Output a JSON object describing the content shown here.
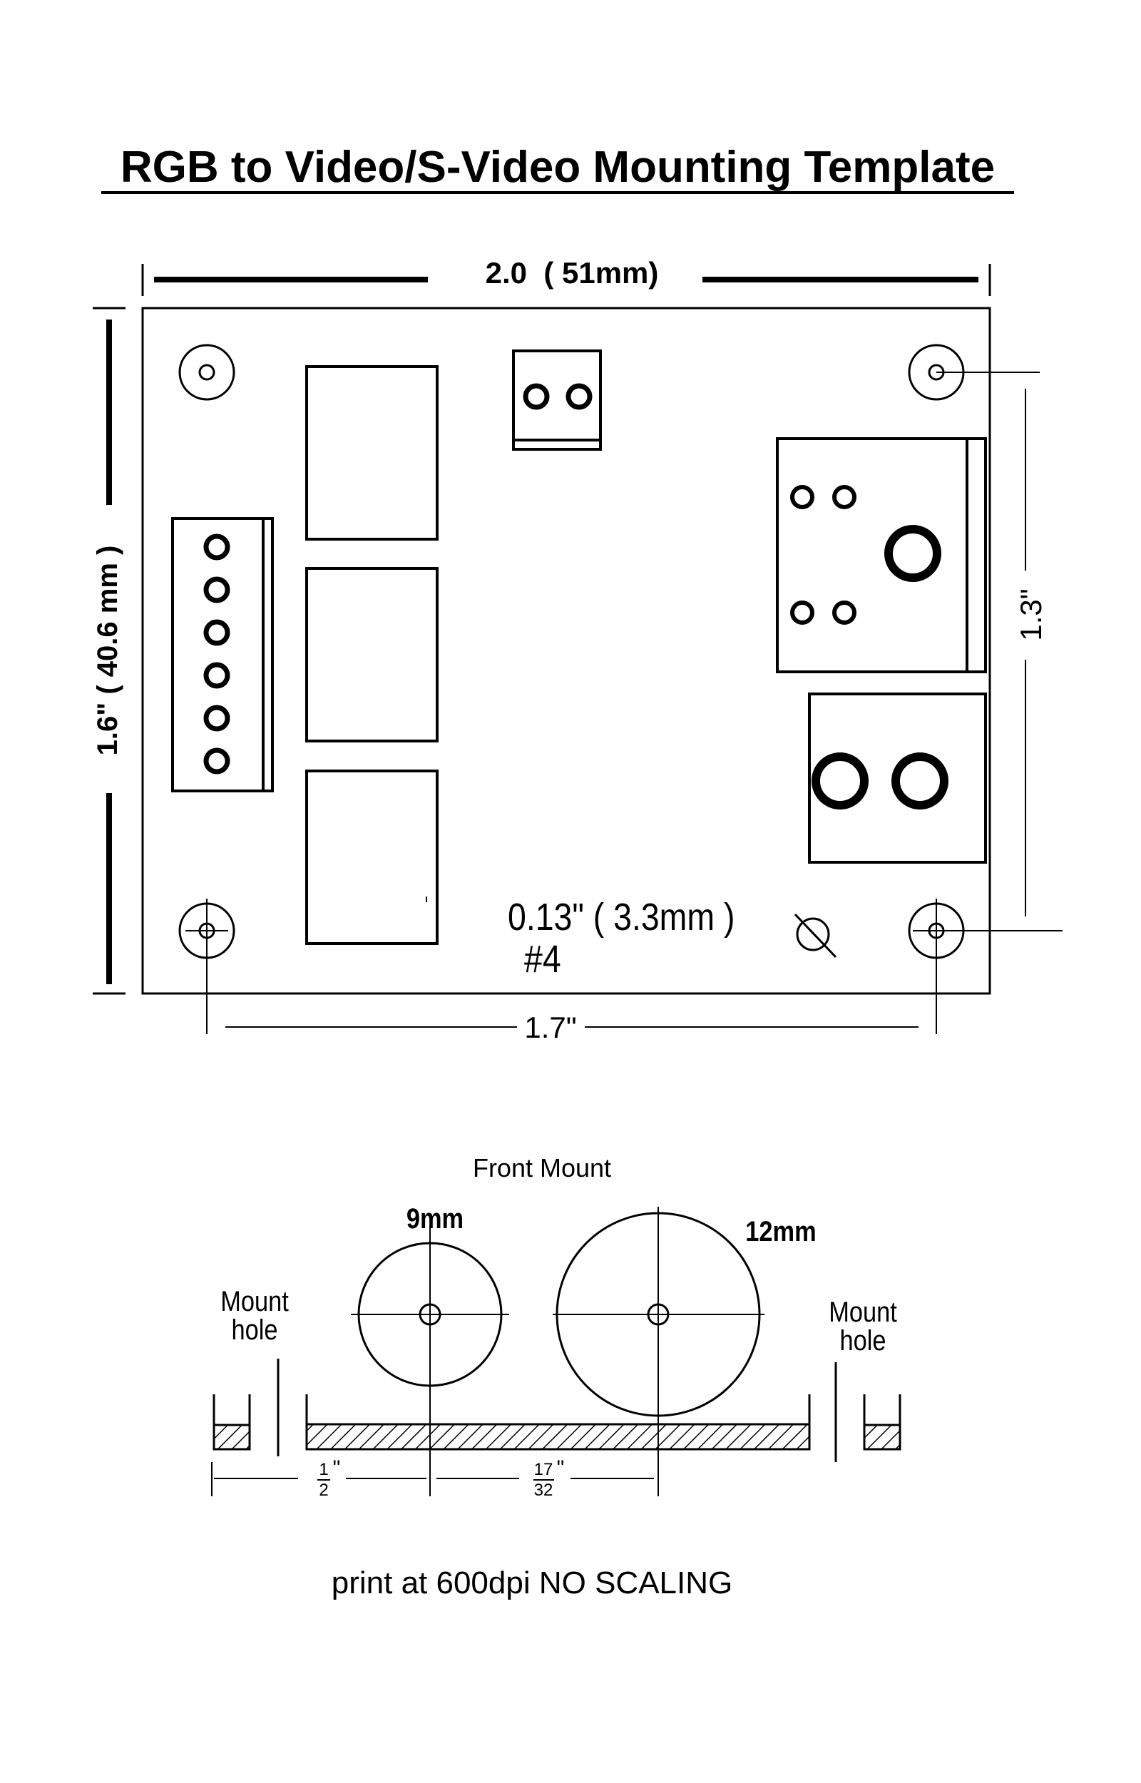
{
  "title": "RGB to Video/S-Video Mounting Template",
  "top_view": {
    "width_label": "2.0  ( 51mm)",
    "height_label": "1.6\" ( 40.6 mm )",
    "hole_spacing_vertical": "1.3\"",
    "hole_spacing_horizontal": "1.7\"",
    "hole_size": "0.13\" ( 3.3mm )",
    "screw_size": "#4"
  },
  "front_view": {
    "title": "Front Mount",
    "hole_small_label": "9mm",
    "hole_large_label": "12mm",
    "mount_hole_left": [
      "Mount",
      "hole"
    ],
    "mount_hole_right": [
      "Mount",
      "hole"
    ],
    "offset1": {
      "num": "1",
      "den": "2",
      "unit": "\""
    },
    "offset2": {
      "num": "17",
      "den": "32",
      "unit": "\""
    }
  },
  "footer": "print at 600dpi NO SCALING"
}
